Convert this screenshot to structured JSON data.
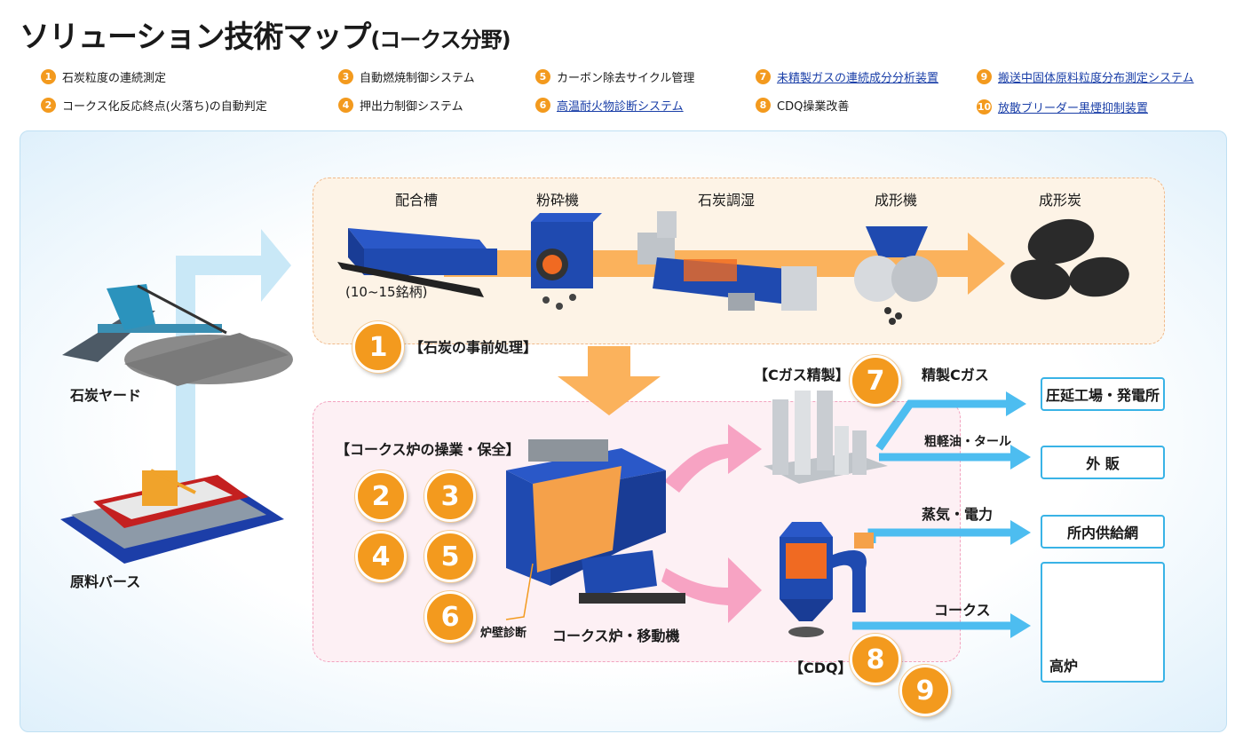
{
  "title": {
    "main": "ソリューション技術マップ",
    "sub": "(コークス分野)"
  },
  "legend": [
    {
      "num": "1",
      "label": "石炭粒度の連続測定",
      "link": false
    },
    {
      "num": "2",
      "label": "コークス化反応終点(火落ち)の自動判定",
      "link": false
    },
    {
      "num": "3",
      "label": "自動燃焼制御システム",
      "link": false
    },
    {
      "num": "4",
      "label": "押出力制御システム",
      "link": false
    },
    {
      "num": "5",
      "label": "カーボン除去サイクル管理",
      "link": false
    },
    {
      "num": "6",
      "label": "高温耐火物診断システム",
      "link": true
    },
    {
      "num": "7",
      "label": "未精製ガスの連続成分分析装置",
      "link": true
    },
    {
      "num": "8",
      "label": "CDQ操業改善",
      "link": false
    },
    {
      "num": "9",
      "label": "搬送中固体原料粒度分布測定システム",
      "link": true
    },
    {
      "num": "10",
      "label": "放散ブリーダー黒煙抑制装置",
      "link": true
    }
  ],
  "diagram": {
    "yard_label": "石炭ヤード",
    "berth_label": "原料バース",
    "pre": {
      "blend_tank": "配合槽",
      "blend_note": "(10~15銘柄)",
      "crusher": "粉砕機",
      "dryer": "石炭調湿",
      "former": "成形機",
      "briquette": "成形炭",
      "zone_label": "【石炭の事前処理】"
    },
    "oven": {
      "zone_label": "【コークス炉の操業・保全】",
      "machine_label": "コークス炉・移動機",
      "wall_label": "炉壁診断"
    },
    "gas": {
      "label": "【Cガス精製】",
      "refined": "精製Cガス",
      "oil": "粗軽油・タール"
    },
    "cdq": {
      "label": "【CDQ】",
      "steam": "蒸気・電力",
      "coke": "コークス"
    },
    "destinations": {
      "rolling": "圧延工場・発電所",
      "sales": "外 販",
      "grid": "所内供給網",
      "furnace": "高炉"
    },
    "badges": [
      "1",
      "2",
      "3",
      "4",
      "5",
      "6",
      "7",
      "8",
      "9"
    ]
  },
  "colors": {
    "accent": "#f39a1e",
    "blue": "#39b3e6",
    "pink": "#f7a3c3",
    "link": "#1a3fa8"
  }
}
